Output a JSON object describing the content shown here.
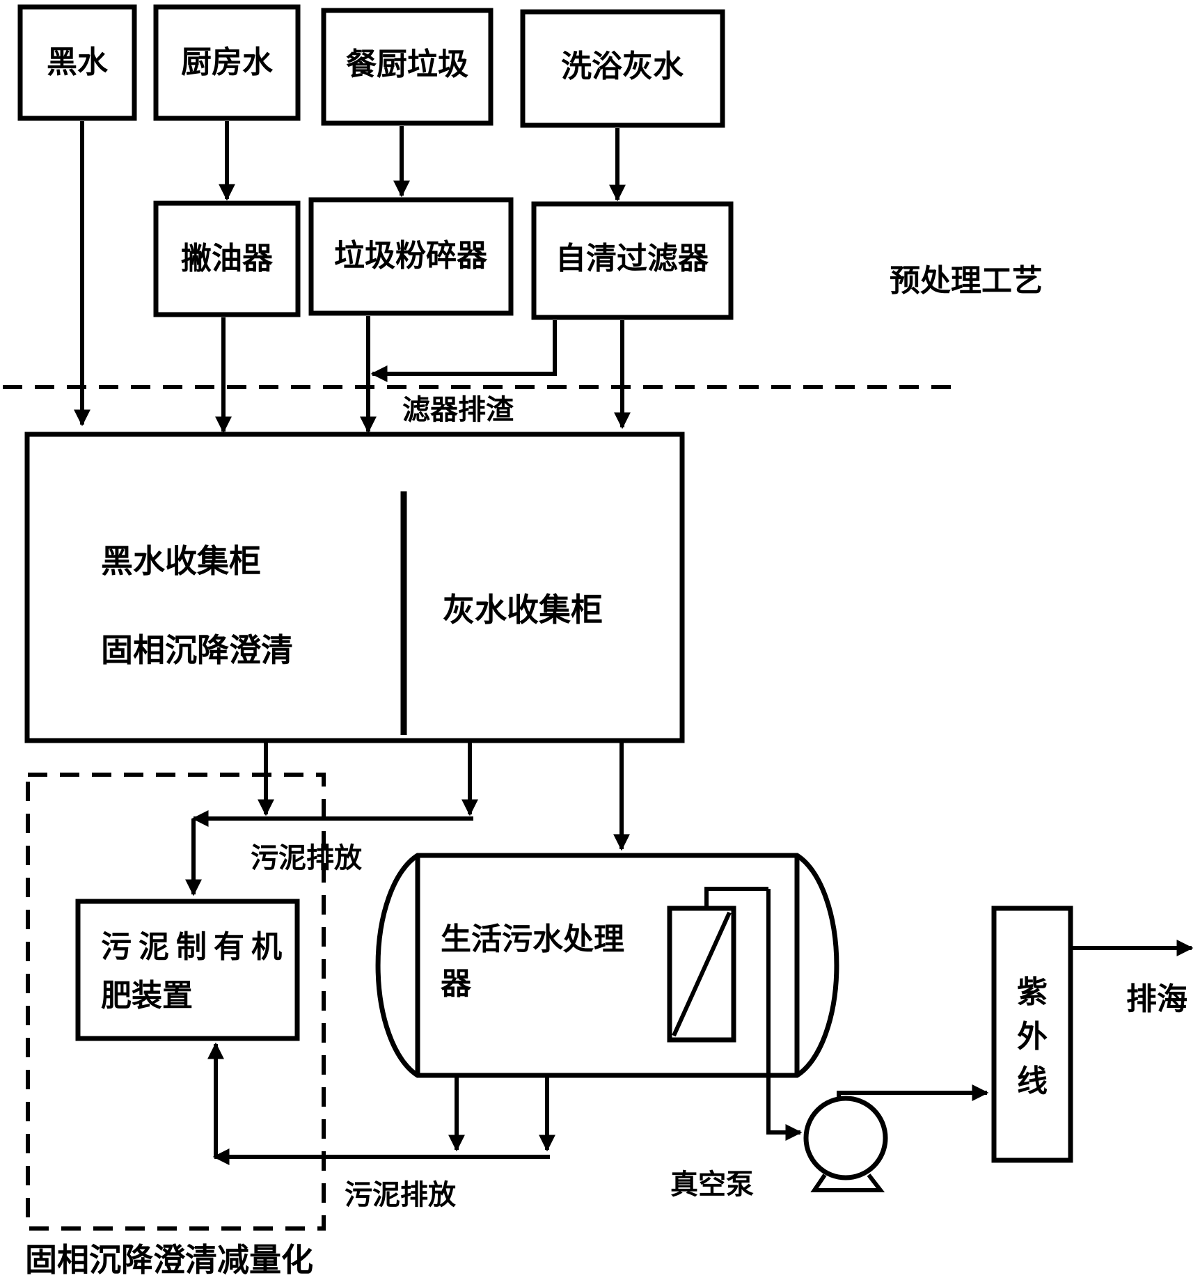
{
  "sources": {
    "black_water": "黑水",
    "kitchen_water": "厨房水",
    "food_waste": "餐厨垃圾",
    "bath_grey_water": "洗浴灰水"
  },
  "pretreatment": {
    "oil_skimmer": "撇油器",
    "garbage_crusher": "垃圾粉碎器",
    "self_cleaning_filter": "自清过滤器",
    "section_label": "预处理工艺",
    "filter_slag": "滤器排渣"
  },
  "collection": {
    "black_tank_line1": "黑水收集柜",
    "black_tank_line2": "固相沉降澄清",
    "grey_tank": "灰水收集柜"
  },
  "sludge": {
    "discharge_upper": "污泥排放",
    "fertilizer_line1": "污泥制有机",
    "fertilizer_line2": "肥装置",
    "discharge_lower": "污泥排放",
    "section_label": "固相沉降澄清减量化"
  },
  "treatment": {
    "treater_line1": "生活污水处理",
    "treater_line2": "器",
    "vacuum_pump": "真空泵",
    "uv_1": "紫",
    "uv_2": "外",
    "uv_3": "线",
    "outlet": "排海"
  }
}
